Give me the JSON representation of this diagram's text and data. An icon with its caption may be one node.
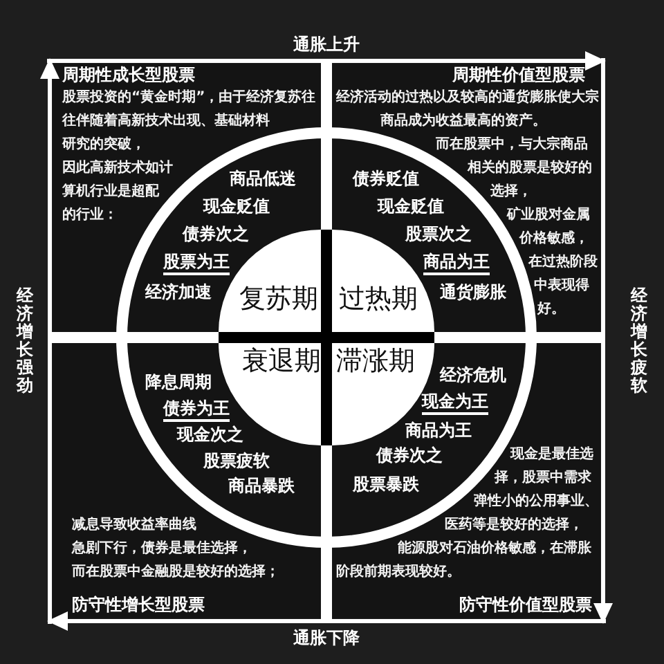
{
  "diagram": {
    "nodes": [
      {
        "text": [
          "周期性成长型股票",
          "股票投资的“黄金时期”，由于经济复苏往往伴随着高新技术出现、基础材料研究的突破，",
          "因此高新技术如计算机行业是超配的行业：",
          "商品低迷",
          "现金贬值",
          "债券次之",
          "股票为王",
          "经济加速"
        ]
      },
      {
        "text": [
          "复苏期"
        ],
        "in": 0
      },
      {
        "text": [
          "周期性价值型股票",
          "经济活动的过热以及较高的通货膨胀使大宗商品成为收益最高的资产。",
          "而在股票中，与大宗商品相关的股票是较好的选择，",
          "矿业股对金属价格敏感，在过热阶段中表现得好。",
          "债券贬值",
          "现金贬值",
          "股票次之",
          "商品为王",
          "通货膨胀"
        ]
      },
      {
        "text": [
          "过热期"
        ],
        "in": 2
      },
      {
        "text": [
          "降息周期",
          "债券为王",
          "现金次之",
          "股票疲软",
          "商品暴跌",
          "减息导致收益率曲线急剧下行，债券是最佳选择，而在股票中金融股是较好的选择；",
          "防守性增长型股票"
        ]
      },
      {
        "text": [
          "衰退期"
        ],
        "in": 4
      },
      {
        "text": [
          "经济危机",
          "现金为王",
          "商品为王",
          "债券次之",
          "股票暴跌",
          "现金是最佳选择，股票中需求弹性小的公用事业、医药等是较好的选择，",
          "能源股对石油价格敏感，在滞胀阶段前期表现较好。",
          "防守性价值型股票"
        ]
      },
      {
        "text": [
          "滞涨期"
        ],
        "in": 6
      }
    ],
    "edges": [
      {
        "from": 0,
        "to": 2,
        "arrow": "to",
        "label": "通胀上升"
      },
      {
        "from": 2,
        "to": 6,
        "arrow": "to",
        "label": "经济增长疲软"
      },
      {
        "from": 6,
        "to": 4,
        "arrow": "to",
        "label": "通胀下降"
      },
      {
        "from": 4,
        "to": 0,
        "arrow": "to",
        "label": "经济增长强劲"
      }
    ]
  }
}
